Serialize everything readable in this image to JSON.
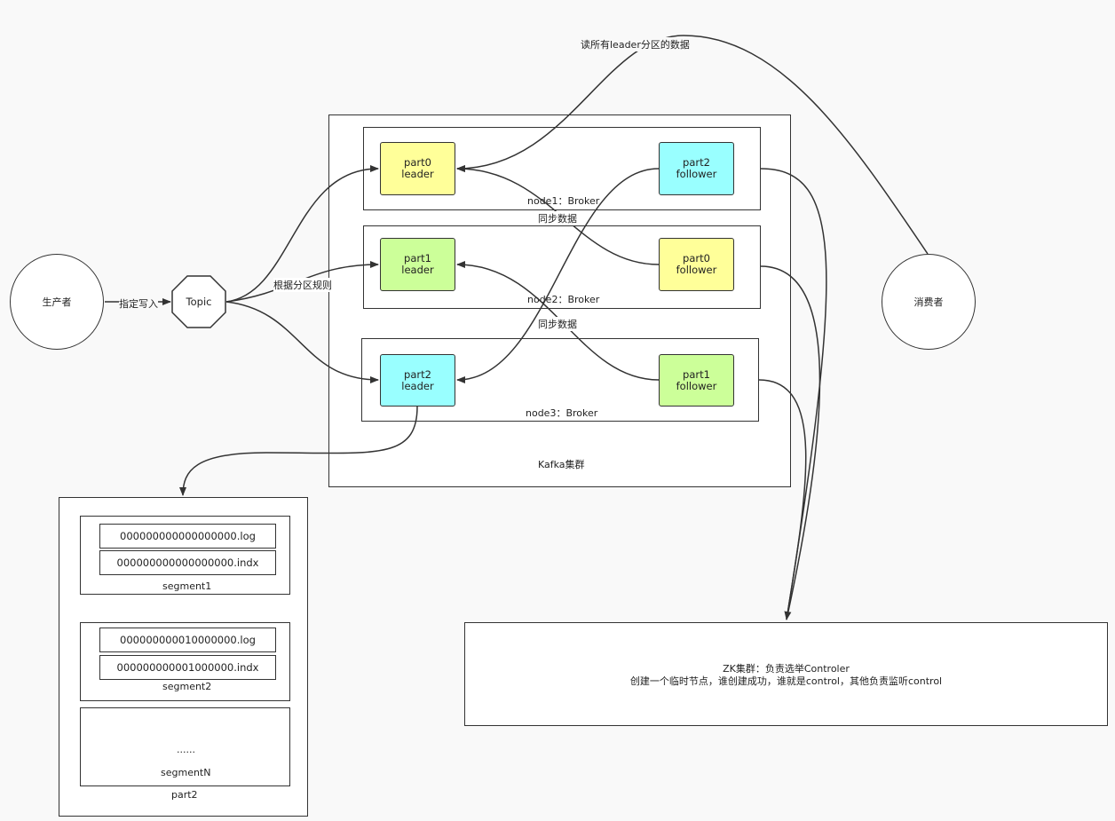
{
  "producer": "生产者",
  "consumer": "消费者",
  "topic": "Topic",
  "edge_labels": {
    "write": "指定写入",
    "partition_rule": "根据分区规则",
    "read_all": "读所有leader分区的数据",
    "sync1": "同步数据",
    "sync2": "同步数据"
  },
  "cluster": {
    "label": "Kafka集群",
    "nodes": [
      {
        "label": "node1：Broker",
        "left": {
          "name": "part0",
          "role": "leader"
        },
        "right": {
          "name": "part2",
          "role": "follower"
        }
      },
      {
        "label": "node2：Broker",
        "left": {
          "name": "part1",
          "role": "leader"
        },
        "right": {
          "name": "part0",
          "role": "follower"
        }
      },
      {
        "label": "node3：Broker",
        "left": {
          "name": "part2",
          "role": "leader"
        },
        "right": {
          "name": "part1",
          "role": "follower"
        }
      }
    ]
  },
  "colors": {
    "part0": "#ffff99",
    "part1": "#ccff99",
    "part2": "#99ffff"
  },
  "storage": {
    "label": "part2",
    "segments": [
      {
        "label": "segment1",
        "files": [
          "000000000000000000.log",
          "000000000000000000.indx"
        ]
      },
      {
        "label": "segment2",
        "files": [
          "000000000010000000.log",
          "000000000001000000.indx"
        ]
      }
    ],
    "last": {
      "ellipsis": "......",
      "label": "segmentN"
    }
  },
  "zk": {
    "line1": "ZK集群：负责选举Controler",
    "line2": "创建一个临时节点，谁创建成功，谁就是control，其他负责监听control"
  }
}
